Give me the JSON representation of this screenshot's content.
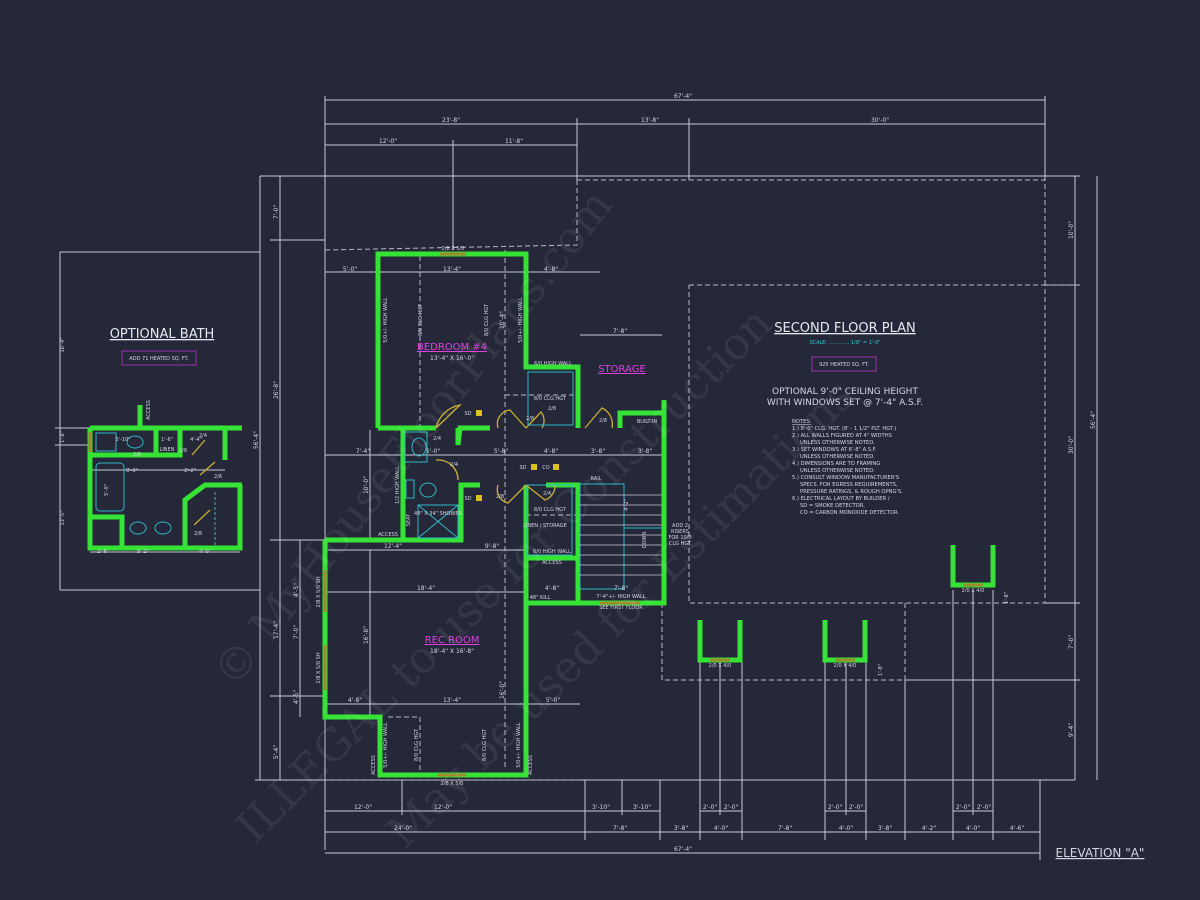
{
  "plan": {
    "title": "SECOND FLOOR PLAN",
    "scale": "SCALE: ............. 1/8\" = 1'-0\"",
    "heated": "925 HEATED SQ. FT.",
    "optional_ceiling_1": "OPTIONAL 9'-0\" CEILING HEIGHT",
    "optional_ceiling_2": "WITH WINDOWS SET @ 7'-4\" A.S.F.",
    "notes_title": "NOTES:",
    "notes": [
      "1.) 8'-0\" CLG. HGT. (8' - 1 1/2\" PLT. HGT.)",
      "2.) ALL WALLS FIGURED AT 4\" WIDTHS",
      "UNLESS OTHERWISE NOTED.",
      "3.) SET WINDOWS AT 6'-8\" A.S.F.",
      "UNLESS OTHERWISE NOTED.",
      "4.) DIMENSIONS ARE TO FRAMING",
      "UNLESS OTHERWISE NOTED.",
      "5.) CONSULT WINDOW MANUFACTURER'S",
      "SPECS. FOR EGRESS REQUIREMENTS,",
      "PRESSURE RATINGS, & ROUGH OPNG'S.",
      "6.) ELECTRICAL LAYOUT BY BUILDER /",
      "SD = SMOKE DETECTOR,",
      "CO = CARBON MONOXIDE DETECTOR."
    ],
    "elevation": "ELEVATION \"A\""
  },
  "optional_bath": {
    "title": "OPTIONAL BATH",
    "heated": "ADD 71 HEATED SQ. FT.",
    "labels": [
      "ACCESS",
      "5'-10\"",
      "1'-6\"",
      "LINEN",
      "4'-4\"",
      "8'-0\"",
      "5'-0\"",
      "2'-2\"",
      "2'-6\"",
      "5'-2\"",
      "4'-0\"",
      "16'-4\"",
      "1'-8\"",
      "13'-5\"",
      "2/8",
      "2/8",
      "2/4",
      "2/6",
      "2/8"
    ]
  },
  "rooms": {
    "bedroom": {
      "name": "BEDROOM #4",
      "size": "13'-4\" X 16'-0\""
    },
    "rec": {
      "name": "REC ROOM",
      "size": "18'-4\" X 16'-8\""
    },
    "storage": {
      "name": "STORAGE"
    }
  },
  "dimensions": {
    "top": [
      "67'-4\"",
      "23'-8\"",
      "13'-8\"",
      "30'-0\"",
      "12'-0\"",
      "11'-8\""
    ],
    "left": [
      "7'-0\"",
      "26'-8\"",
      "17'-4\"",
      "5'-4\"",
      "56'-4\"",
      "4'-5\"",
      "7'-0\"",
      "4'-5\""
    ],
    "right": [
      "10'-0\"",
      "30'-0\"",
      "7'-0\"",
      "9'-4\"",
      "56'-4\""
    ],
    "bottom1": [
      "12'-0\"",
      "12'-0\"",
      "3'-10\"",
      "3'-10\"",
      "2'-0\"",
      "2'-0\"",
      "2'-0\"",
      "2'-0\"",
      "2'-0\"",
      "2'-0\""
    ],
    "bottom2": [
      "24'-0\"",
      "7'-8\"",
      "3'-8\"",
      "4'-0\"",
      "7'-8\"",
      "4'-0\"",
      "3'-8\"",
      "4'-2\"",
      "4'-0\"",
      "4'-6\""
    ],
    "bottom3": [
      "67'-4\""
    ]
  },
  "interior": {
    "bed": [
      "5'-0\"",
      "13'-4\"",
      "4'-8\"",
      "5/0+/- HIGH WALL",
      "8/0 CLG HGT",
      "8/0 CLG HGT",
      "10'-4\"",
      "5/0+/- HIGH WALL",
      "2/8 X 5/0"
    ],
    "hall": [
      "7'-8\"",
      "6/0 HIGH WALL",
      "8/0 CLG HGT",
      "2/8",
      "2/8",
      "2/8",
      "BUILT-IN",
      "7'-4\"",
      "5'-0\"",
      "5'-8\"",
      "4'-8\"",
      "3'-8\"",
      "3'-8\"",
      "10'-0\"",
      "2/4",
      "2/4",
      "2/8",
      "2/4",
      "1/2 HIGH WALL",
      "SEAT",
      "48\" X 34\" SHOWER",
      "ACCESS",
      "12'-4\"",
      "9'-8\"",
      "RAIL",
      "8/0 CLG HGT",
      "LINEN / STORAGE",
      "6/0 HIGH WALL",
      "ACCESS",
      "4'-8\"",
      "48\" KILL",
      "7'-8\"",
      "7'-4\"+/- HIGH WALL",
      "SEE FIRST FLOOR",
      "ADD 2",
      "RISERS",
      "FOR 10/0",
      "CLG HGT",
      "DOWN",
      "4'-2\""
    ],
    "detectors": [
      "SD",
      "SD",
      "CO",
      "SD"
    ],
    "rec": [
      "18'-4\"",
      "16'-8\"",
      "4'-8\"",
      "13'-4\"",
      "5'-0\"",
      "16'-0\"",
      "ACCESS",
      "5/0+/- HIGH WALL",
      "8/0 CLG HGT",
      "8/0 CLG HGT",
      "5/0+/- HIGH WALL",
      "ACCESS",
      "2/8 X 5/0",
      "2/8 X 5/0 SH",
      "2/8 X 5/0 SH"
    ],
    "windows": [
      "2/0 X 4/0",
      "2/0 X 4/0",
      "2/0 X 4/0",
      "1'-8\"",
      "1'-8\""
    ]
  },
  "watermarks": [
    "© MyHouseFloorPlans.com",
    "ILLEGAL to use for Construction",
    "May be used for Estimations"
  ],
  "colors": {
    "background": "#252839",
    "walls": "#35e335",
    "room_labels": "#e040e0",
    "fixtures": "#2fb8c8",
    "doors": "#c8b030"
  }
}
